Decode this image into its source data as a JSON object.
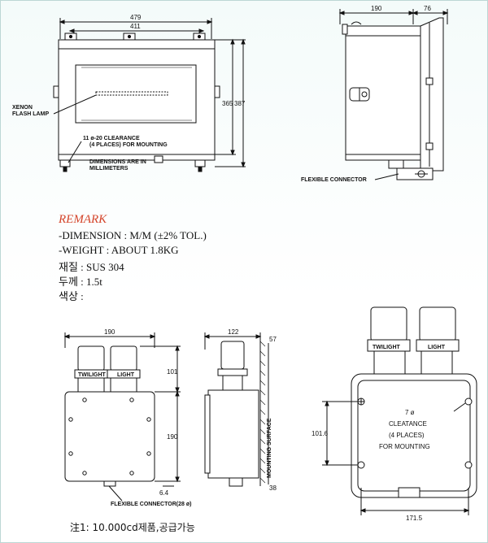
{
  "top_front": {
    "dim_overall_width": "479",
    "dim_inner_width": "411",
    "dim_height_inner": "365",
    "dim_height_overall": "387",
    "label_lamp_line1": "XENON",
    "label_lamp_line2": "FLASH LAMP",
    "label_clearance_line1": "11 ø-20 CLEARANCE",
    "label_clearance_line2": "(4 PLACES) FOR MOUNTING",
    "label_units_line1": "DIMENSIONS ARE IN",
    "label_units_line2": "MILLIMETERS"
  },
  "top_side": {
    "dim_depth": "190",
    "dim_bracket": "76",
    "label_connector": "FLEXIBLE CONNECTOR"
  },
  "remark": {
    "title": "REMARK",
    "dimension": "-DIMENSION : M/M (±2% TOL.)",
    "weight": "-WEIGHT : ABOUT 1.8KG",
    "material": "재질 : SUS 304",
    "thickness": "두께 : 1.5t",
    "color": "색상 :"
  },
  "bottom_front": {
    "dim_width": "190",
    "dim_sensor_height": "101",
    "dim_box_height": "190",
    "dim_offset": "6.4",
    "label_twilight": "TWILIGHT",
    "label_light": "LIGHT",
    "label_connector": "FLEXIBLE CONNECTOR(28 ø)"
  },
  "bottom_side": {
    "dim_depth": "122",
    "dim_top": "57",
    "dim_bottom": "38",
    "label_surface": "MOUNTING SURFACE"
  },
  "bottom_detail": {
    "label_twilight": "TWILIGHT",
    "label_light": "LIGHT",
    "hole_dia": "7 ø",
    "clearance_line1": "CLEATANCE",
    "clearance_line2": "(4 PLACES)",
    "clearance_line3": "FOR MOUNTING",
    "dim_vertical": "101.6",
    "dim_horizontal": "171.5"
  },
  "footnote": "注1: 10.000cd제품,공급가능"
}
